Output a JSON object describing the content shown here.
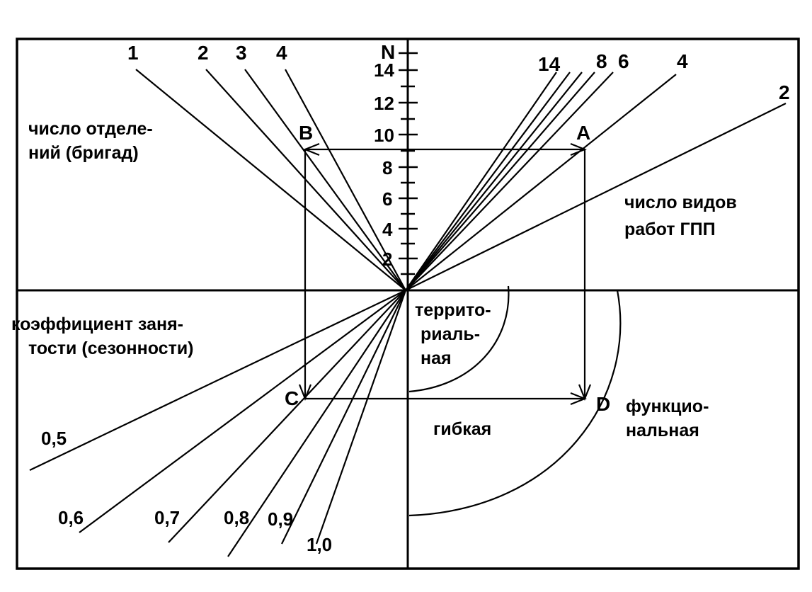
{
  "axis": {
    "n_label": "N",
    "ticks": [
      "2",
      "4",
      "6",
      "8",
      "10",
      "12",
      "14"
    ]
  },
  "quadrants": {
    "top_left": "число отделе-|ний (бригад)",
    "top_right": "число видов|работ ГПП",
    "bottom_left": "коэффициент заня-|тости (сезонности)"
  },
  "structures": {
    "territorial": "террито-|риаль-|ная",
    "flexible": "гибкая",
    "functional": "функцио-|нальная"
  },
  "points": {
    "A": "A",
    "B": "B",
    "C": "C",
    "D": "D"
  },
  "top_left_lines": [
    "1",
    "2",
    "3",
    "4"
  ],
  "top_right_lines": [
    "14",
    "8",
    "6",
    "4",
    "2"
  ],
  "bottom_left_lines": [
    "0,5",
    "0,6",
    "0,7",
    "0,8",
    "0,9",
    "1,0"
  ]
}
